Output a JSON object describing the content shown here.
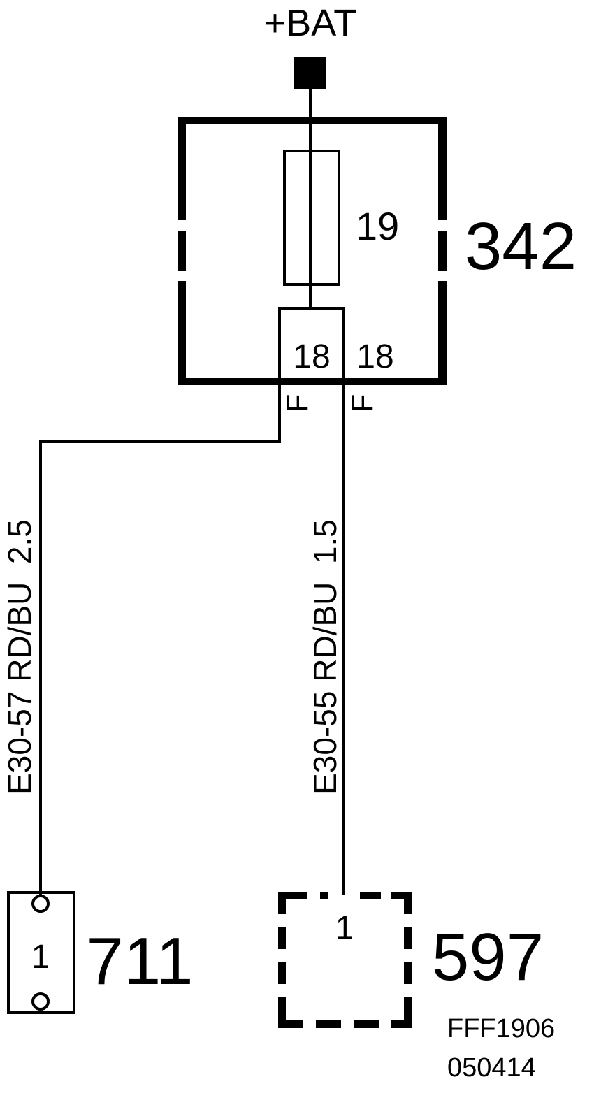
{
  "supply": {
    "label": "+BAT"
  },
  "components": {
    "fuse_box": {
      "id": "342",
      "fuse_number": "19",
      "pin_left": "18",
      "pin_right": "18"
    },
    "left_connector": {
      "id": "711",
      "pin": "1"
    },
    "right_connector": {
      "id": "597",
      "pin": "1"
    }
  },
  "terminals": {
    "left": "F",
    "right": "F"
  },
  "wires": {
    "left": {
      "label": "E30-57 RD/BU  2.5"
    },
    "right": {
      "label": "E30-55 RD/BU  1.5"
    }
  },
  "footer": {
    "code": "FFF1906",
    "date": "050414"
  }
}
